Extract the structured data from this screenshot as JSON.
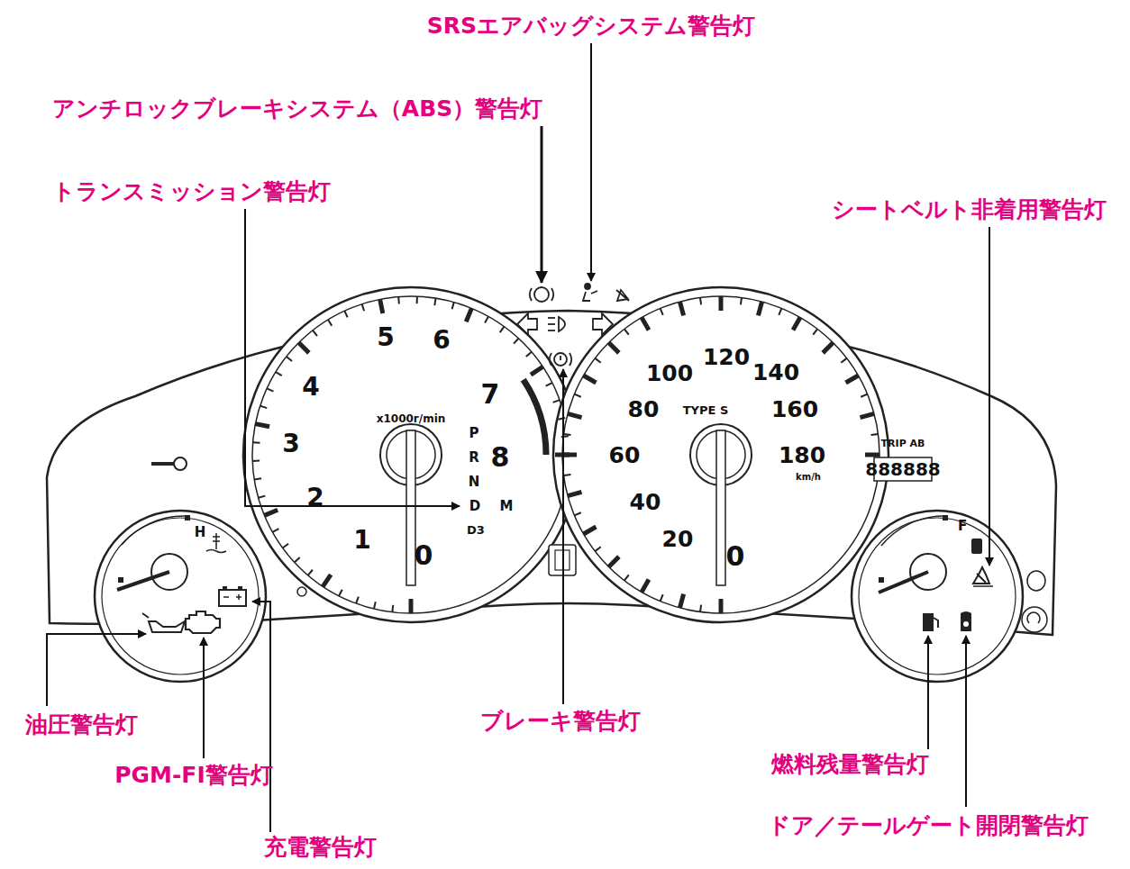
{
  "diagram": {
    "labels": [
      "SRSエアバッグシステム警告灯",
      "アンチロックブレーキシステム（ABS）警告灯",
      "トランスミッション警告灯",
      "シートベルト非着用警告灯",
      "x1000r/min",
      "0",
      "1",
      "2",
      "3",
      "4",
      "5",
      "6",
      "7",
      "8",
      "P",
      "R",
      "N",
      "D",
      "M",
      "D3",
      "TYPE S",
      "0",
      "20",
      "40",
      "60",
      "80",
      "100",
      "120",
      "140",
      "160",
      "180",
      "km/h",
      "TRIP AB",
      "888888",
      "H",
      "F",
      "油圧警告灯",
      "PGM-FI警告灯",
      "充電警告灯",
      "ブレーキ警告灯",
      "燃料残量警告灯",
      "ドア／テールゲート開閉警告灯"
    ]
  }
}
